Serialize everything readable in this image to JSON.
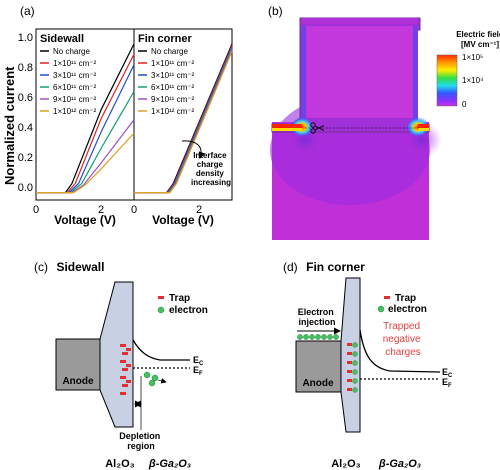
{
  "panels": {
    "a": {
      "label": "(a)"
    },
    "b": {
      "label": "(b)"
    },
    "c": {
      "label": "(c)",
      "title": "Sidewall"
    },
    "d": {
      "label": "(d)",
      "title": "Fin corner"
    }
  },
  "colors": {
    "no_charge": "#000000",
    "q1e11": "#e02020",
    "q3e11": "#2050d0",
    "q6e11": "#10a070",
    "q9e11": "#a050c0",
    "q1e12": "#e0a020",
    "oxide_fill": "#c8d0e4",
    "anode_fill": "#9a9a9a",
    "trap_red": "#e03030",
    "electron_green": "#44c060",
    "field_background": "#c030d8"
  },
  "chart_data": {
    "type": "line",
    "ylabel": "Normalized current",
    "subplots": [
      {
        "title": "Sidewall",
        "xlabel": "Voltage (V)",
        "xlim": [
          0,
          3
        ],
        "ylim": [
          -0.05,
          1.1
        ],
        "xticks": [
          "0",
          "2"
        ],
        "yticks": [
          "0.0",
          "0.2",
          "0.4",
          "0.6",
          "0.8",
          "1.0"
        ],
        "series": [
          {
            "name": "No charge",
            "color": "#000000",
            "points": [
              [
                0,
                0
              ],
              [
                0.9,
                0
              ],
              [
                1.1,
                0.06
              ],
              [
                2,
                0.56
              ],
              [
                3,
                1.0
              ]
            ]
          },
          {
            "name": "1×10¹¹ cm⁻²",
            "color": "#e02020",
            "points": [
              [
                0,
                0
              ],
              [
                0.95,
                0
              ],
              [
                1.2,
                0.06
              ],
              [
                2,
                0.5
              ],
              [
                3,
                0.93
              ]
            ]
          },
          {
            "name": "3×10¹¹ cm⁻²",
            "color": "#2050d0",
            "points": [
              [
                0,
                0
              ],
              [
                1.0,
                0
              ],
              [
                1.3,
                0.06
              ],
              [
                2,
                0.41
              ],
              [
                3,
                0.86
              ]
            ]
          },
          {
            "name": "6×10¹¹ cm⁻²",
            "color": "#10a070",
            "points": [
              [
                0,
                0
              ],
              [
                1.05,
                0
              ],
              [
                1.4,
                0.06
              ],
              [
                2,
                0.3
              ],
              [
                3,
                0.68
              ]
            ]
          },
          {
            "name": "9×10¹¹ cm⁻²",
            "color": "#a050c0",
            "points": [
              [
                0,
                0
              ],
              [
                1.1,
                0
              ],
              [
                1.45,
                0.05
              ],
              [
                2,
                0.2
              ],
              [
                3,
                0.49
              ]
            ]
          },
          {
            "name": "1×10¹² cm⁻²",
            "color": "#e0a020",
            "points": [
              [
                0,
                0
              ],
              [
                1.15,
                0
              ],
              [
                1.5,
                0.05
              ],
              [
                2,
                0.16
              ],
              [
                3,
                0.4
              ]
            ]
          }
        ]
      },
      {
        "title": "Fin corner",
        "xlabel": "Voltage (V)",
        "xlim": [
          0,
          3
        ],
        "ylim": [
          -0.05,
          1.1
        ],
        "xticks": [
          "0",
          "2"
        ],
        "annotation": [
          "Interface",
          "charge",
          "density",
          "increasing"
        ],
        "series": [
          {
            "name": "No charge",
            "color": "#000000",
            "points": [
              [
                0,
                0
              ],
              [
                1.0,
                0
              ],
              [
                1.2,
                0.06
              ],
              [
                3,
                1.0
              ]
            ]
          },
          {
            "name": "1×10¹¹ cm⁻²",
            "color": "#e02020",
            "points": [
              [
                0,
                0
              ],
              [
                1.02,
                0
              ],
              [
                1.22,
                0.06
              ],
              [
                3,
                0.99
              ]
            ]
          },
          {
            "name": "3×10¹¹ cm⁻²",
            "color": "#2050d0",
            "points": [
              [
                0,
                0
              ],
              [
                1.04,
                0
              ],
              [
                1.24,
                0.06
              ],
              [
                3,
                0.98
              ]
            ]
          },
          {
            "name": "6×10¹¹ cm⁻²",
            "color": "#10a070",
            "points": [
              [
                0,
                0
              ],
              [
                1.06,
                0
              ],
              [
                1.26,
                0.06
              ],
              [
                3,
                0.97
              ]
            ]
          },
          {
            "name": "9×10¹¹ cm⁻²",
            "color": "#a050c0",
            "points": [
              [
                0,
                0
              ],
              [
                1.08,
                0
              ],
              [
                1.28,
                0.06
              ],
              [
                3,
                0.96
              ]
            ]
          },
          {
            "name": "1×10¹² cm⁻²",
            "color": "#e0a020",
            "points": [
              [
                0,
                0
              ],
              [
                1.1,
                0
              ],
              [
                1.3,
                0.06
              ],
              [
                3,
                0.95
              ]
            ]
          }
        ]
      }
    ]
  },
  "colorbar": {
    "title_line1": "Electric field",
    "title_line2": "[MV cm⁻¹]",
    "ticks": [
      "1×10⁵",
      "1×10⁴",
      "0"
    ]
  },
  "band_c": {
    "legend_trap": "Trap",
    "legend_electron": "electron",
    "anode": "Anode",
    "ec": "E",
    "ec_sub": "C",
    "ef": "E",
    "ef_sub": "F",
    "depletion_line1": "Depletion",
    "depletion_line2": "region",
    "oxide": "Al₂O₃",
    "semiconductor": "β-Ga₂O₃"
  },
  "band_d": {
    "legend_trap": "Trap",
    "legend_electron": "electron",
    "injection_line1": "Electron",
    "injection_line2": "injection",
    "trapped_line1": "Trapped",
    "trapped_line2": "negative",
    "trapped_line3": "charges",
    "anode": "Anode",
    "ec": "E",
    "ec_sub": "C",
    "ef": "E",
    "ef_sub": "F",
    "oxide": "Al₂O₃",
    "semiconductor": "β-Ga₂O₃"
  }
}
